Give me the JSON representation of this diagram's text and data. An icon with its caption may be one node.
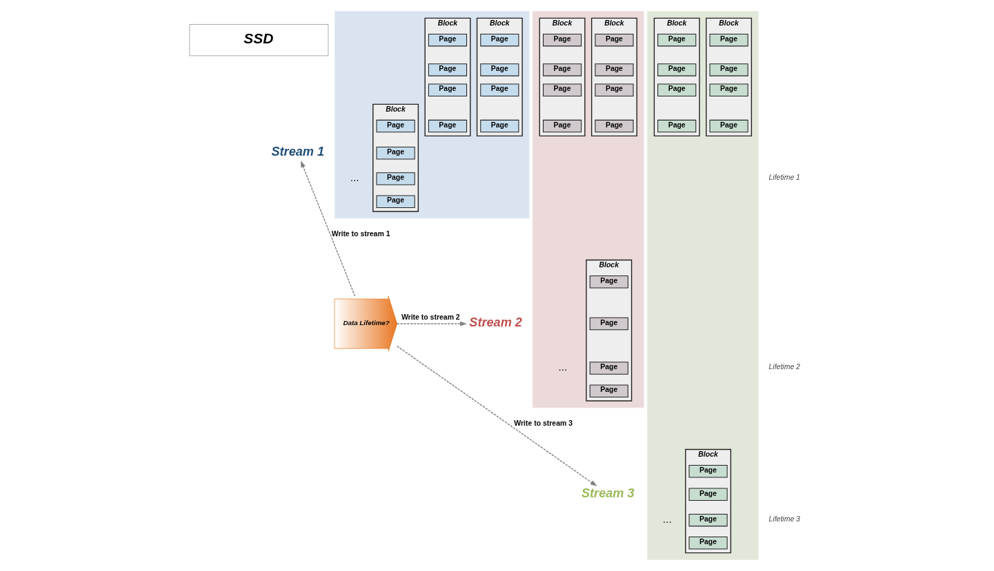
{
  "diagram": {
    "nodes": [
      {
        "text": [
          "Data Lifetime?"
        ]
      },
      {
        "text": [
          "Stream 1"
        ]
      },
      {
        "text": [
          "Stream 2"
        ]
      },
      {
        "text": [
          "Stream 3"
        ]
      },
      {
        "text": [
          "SSD"
        ]
      },
      {
        "text": [],
        "shape": "band"
      },
      {
        "text": [
          "Block"
        ],
        "in": 5
      },
      {
        "text": [
          "Page"
        ],
        "in": 6
      },
      {
        "text": [
          "Page"
        ],
        "in": 6
      },
      {
        "text": [
          "Page"
        ],
        "in": 6
      },
      {
        "text": [
          "Page"
        ],
        "in": 6
      },
      {
        "text": [
          "Block"
        ],
        "in": 5
      },
      {
        "text": [
          "Page"
        ],
        "in": 11
      },
      {
        "text": [
          "Page"
        ],
        "in": 11
      },
      {
        "text": [
          "Page"
        ],
        "in": 11
      },
      {
        "text": [
          "Page"
        ],
        "in": 11
      },
      {
        "text": [
          "Block"
        ],
        "in": 5
      },
      {
        "text": [
          "Page"
        ],
        "in": 16
      },
      {
        "text": [
          "Page"
        ],
        "in": 16
      },
      {
        "text": [
          "Page"
        ],
        "in": 16
      },
      {
        "text": [
          "Page"
        ],
        "in": 16
      },
      {
        "text": [],
        "shape": "band"
      },
      {
        "text": [
          "Block"
        ],
        "in": 21
      },
      {
        "text": [
          "Page"
        ],
        "in": 22
      },
      {
        "text": [
          "Page"
        ],
        "in": 22
      },
      {
        "text": [
          "Page"
        ],
        "in": 22
      },
      {
        "text": [
          "Page"
        ],
        "in": 22
      },
      {
        "text": [
          "Block"
        ],
        "in": 21
      },
      {
        "text": [
          "Page"
        ],
        "in": 27
      },
      {
        "text": [
          "Page"
        ],
        "in": 27
      },
      {
        "text": [
          "Page"
        ],
        "in": 27
      },
      {
        "text": [
          "Page"
        ],
        "in": 27
      },
      {
        "text": [
          "Block"
        ],
        "in": 21
      },
      {
        "text": [
          "Page"
        ],
        "in": 32
      },
      {
        "text": [
          "Page"
        ],
        "in": 32
      },
      {
        "text": [
          "Page"
        ],
        "in": 32
      },
      {
        "text": [
          "Page"
        ],
        "in": 32
      },
      {
        "text": [],
        "shape": "band"
      },
      {
        "text": [
          "Block"
        ],
        "in": 37
      },
      {
        "text": [
          "Page"
        ],
        "in": 38
      },
      {
        "text": [
          "Page"
        ],
        "in": 38
      },
      {
        "text": [
          "Page"
        ],
        "in": 38
      },
      {
        "text": [
          "Page"
        ],
        "in": 38
      },
      {
        "text": [
          "Block"
        ],
        "in": 37
      },
      {
        "text": [
          "Page"
        ],
        "in": 43
      },
      {
        "text": [
          "Page"
        ],
        "in": 43
      },
      {
        "text": [
          "Page"
        ],
        "in": 43
      },
      {
        "text": [
          "Page"
        ],
        "in": 43
      },
      {
        "text": [
          "Block"
        ],
        "in": 37
      },
      {
        "text": [
          "Page"
        ],
        "in": 48
      },
      {
        "text": [
          "Page"
        ],
        "in": 48
      },
      {
        "text": [
          "Page"
        ],
        "in": 48
      },
      {
        "text": [
          "Page"
        ],
        "in": 48
      }
    ],
    "edges": [
      {
        "from": 0,
        "to": 1,
        "arrow": "to",
        "label": "Write to stream 1",
        "style": "dashed"
      },
      {
        "from": 0,
        "to": 2,
        "arrow": "to",
        "label": "Write to stream 2",
        "style": "dashed"
      },
      {
        "from": 0,
        "to": 3,
        "arrow": "to",
        "label": "Write to stream 3",
        "style": "dashed"
      }
    ],
    "labels": [
      "Lifetime 1",
      "...",
      "Lifetime 2",
      "...",
      "Lifetime 3",
      "..."
    ]
  }
}
